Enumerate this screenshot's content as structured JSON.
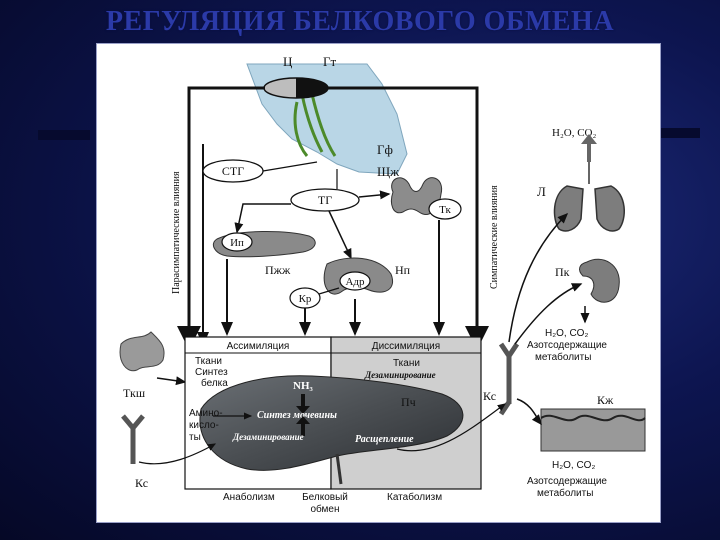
{
  "title": "РЕГУЛЯЦИЯ БЕЛКОВОГО ОБМЕНА",
  "diagram": {
    "brain_center": "Ц",
    "hypothalamus": "Гт",
    "pituitary": "Гф",
    "thyroid": "Щж",
    "stg": "СТГ",
    "tg": "ТГ",
    "parasympathetic": "Парасимпатические влияния",
    "sympathetic": "Симпатические влияния",
    "islets": "Ип",
    "pancreas": "Пжж",
    "adrenal": "Адр",
    "kidney_top": "Нп",
    "thyroid_hormone": "Тк",
    "adrenal_cortex": "Кр",
    "lungs": "Л",
    "lungs_output": "H₂O, CO₂",
    "kidney": "Пк",
    "kidney_output_1": "H₂O, CO₂",
    "kidney_output_2": "Азотсодержащие",
    "kidney_output_3": "метаболиты",
    "skin": "Кж",
    "skin_output_1": "H₂O, CO₂",
    "skin_output_2": "Азотсодержащие",
    "skin_output_3": "метаболиты",
    "tissue": "Ткш",
    "vessel_left": "Кс",
    "vessel_right": "Кс",
    "assimilation": "Ассимиляция",
    "dissimilation": "Диссимиляция",
    "tissues_left_1": "Ткани",
    "tissues_left_2": "Синтез",
    "tissues_left_3": "белка",
    "tissues_right": "Ткани",
    "deamination_top": "Дезаминирование",
    "nh3": "NH₃",
    "urea_synthesis": "Синтез мочевины",
    "amino_1": "Амино-",
    "amino_2": "кисло-",
    "amino_3": "ты",
    "deamination_bottom": "Дезаминирование",
    "cleavage": "Расщепление",
    "liver_label": "Пч",
    "anabolism": "Анаболизм",
    "protein_exchange_1": "Белковый",
    "protein_exchange_2": "обмен",
    "catabolism": "Катаболизм"
  }
}
